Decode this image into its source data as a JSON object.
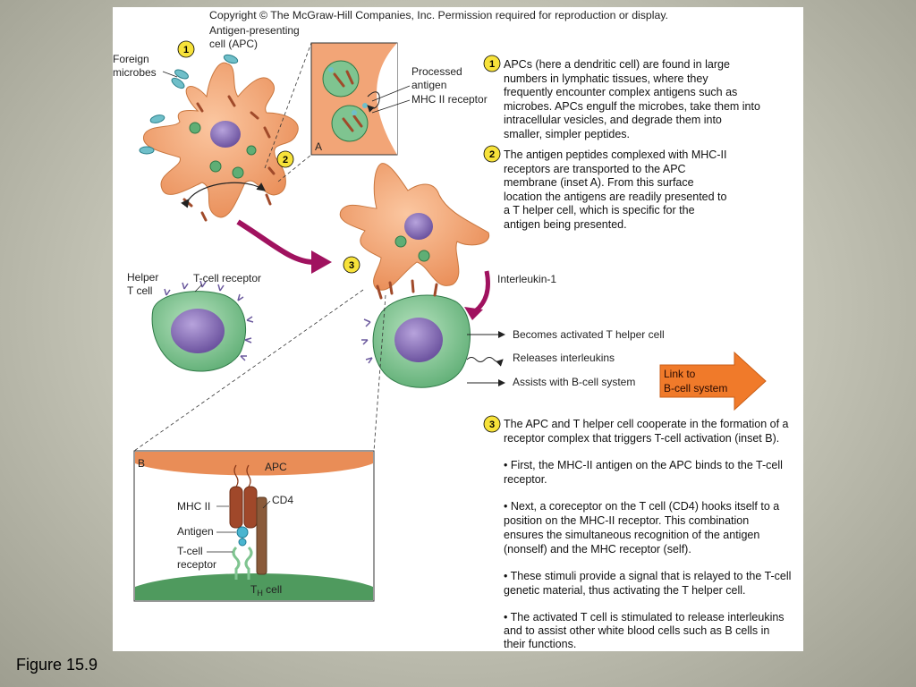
{
  "copyright": "Copyright © The McGraw-Hill Companies, Inc. Permission required for reproduction or display.",
  "labels": {
    "apc_line1": "Antigen-presenting",
    "apc_line2": "cell (APC)",
    "foreign_line1": "Foreign",
    "foreign_line2": "microbes",
    "processed_line1": "Processed",
    "processed_line2": "antigen",
    "mhc_receptor": "MHC II receptor",
    "inset_a": "A",
    "helper_line1": "Helper",
    "helper_line2": "T cell",
    "tcell_receptor": "T-cell receptor",
    "interleukin": "Interleukin-1",
    "becomes": "Becomes activated T helper cell",
    "releases": "Releases interleukins",
    "assists": "Assists with B-cell system",
    "link_line1": "Link to",
    "link_line2": "B-cell system"
  },
  "steps": {
    "one": "1",
    "two": "2",
    "three": "3"
  },
  "text_step1": [
    "APCs (here a dendritic cell) are found in large",
    "numbers in lymphatic tissues, where they",
    "frequently encounter complex antigens such as",
    "microbes. APCs engulf the microbes, take them into",
    "intracellular vesicles, and degrade them into",
    "smaller, simpler peptides."
  ],
  "text_step2": [
    "The antigen peptides complexed with MHC-II",
    "receptors are transported to the APC",
    "membrane (inset A). From this surface",
    "location the antigens are readily presented to",
    "a T helper cell, which is specific for the",
    "antigen being presented."
  ],
  "text_step3": [
    "The APC and T helper cell cooperate in the formation of a",
    "receptor complex that triggers T-cell activation (inset B)."
  ],
  "bullets": [
    [
      "• First, the MHC-II antigen on the APC binds to the T-cell",
      "  receptor."
    ],
    [
      "• Next, a coreceptor on the T cell (CD4) hooks itself to a",
      "  position on the MHC-II receptor. This combination",
      "  ensures the simultaneous recognition of the antigen",
      "  (nonself) and the MHC receptor (self)."
    ],
    [
      "• These stimuli provide a signal that is relayed to the T-cell",
      "  genetic material, thus activating the T helper cell."
    ],
    [
      "• The activated T cell is stimulated to release interleukins",
      "  and to assist other white blood cells such as B cells in",
      "  their functions."
    ]
  ],
  "inset_b": {
    "label": "B",
    "apc": "APC",
    "mhc": "MHC II",
    "cd4": "CD4",
    "antigen": "Antigen",
    "tcr_line1": "T-cell",
    "tcr_line2": "receptor",
    "th_main": "T",
    "th_sub": "H",
    "th_rest": " cell"
  },
  "caption": "Figure 15.9",
  "colors": {
    "apc_body": "#f2a577",
    "tcell_body": "#7fc490",
    "nucleus": "#8a72b5",
    "step_badge": "#f7e23a",
    "link_arrow": "#f07a2a",
    "magenta_arrow": "#a0125f"
  }
}
